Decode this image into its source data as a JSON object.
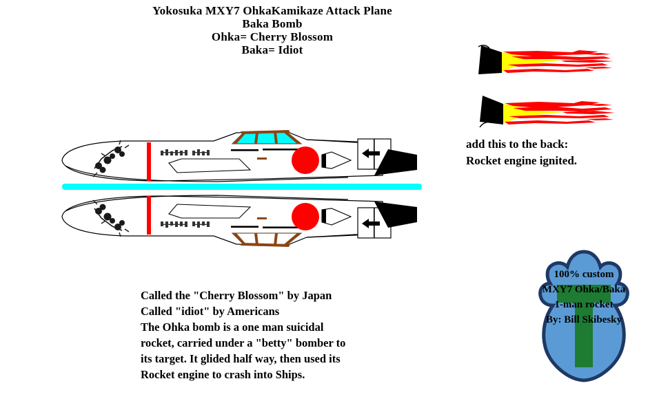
{
  "title": {
    "line1": "Yokosuka MXY7 OhkaKamikaze Attack Plane",
    "line2": "Baka Bomb",
    "line3": "Ohka= Cherry Blossom",
    "line4": "Baka= Idiot"
  },
  "back_note": {
    "line1": "add this to the back:",
    "line2": "Rocket engine ignited."
  },
  "description": {
    "line1": "Called the \"Cherry Blossom\" by Japan",
    "line2": "Called \"idiot\" by Americans",
    "line3": "The Ohka bomb is a one man suicidal",
    "line4": "rocket, carried under a \"betty\" bomber to",
    "line5": "its target. It glided half way, then used its",
    "line6": "Rocket engine to crash into Ships."
  },
  "patch": {
    "line1": "100% custom",
    "line2": "MXY7 Ohka/Baka",
    "line3": "1-man rocket",
    "line4": "By: Bill Skibesky"
  },
  "labels": {
    "aircraft_top": "Ohka profile view, left side",
    "aircraft_bottom": "Ohka profile view, right side mirrored",
    "flame_1": "Rocket engine flame decal 1",
    "flame_2": "Rocket engine flame decal 2",
    "cyan_bar": "Cyan separator bar",
    "hinomaru": "Japanese red sun roundel",
    "cherry_blossom": "Cherry blossom branch decal",
    "red_stripe": "Red fuselage band",
    "canopy": "Cockpit canopy",
    "tail_fin": "Tail fin with arrow marking",
    "nose_fairing": "Nose cone fairing",
    "fuselage_stencil": "Japanese stencil text"
  },
  "colors": {
    "cyan": "#00ffff",
    "red": "#ff0000",
    "yellow": "#ffff00",
    "black": "#000000",
    "brown": "#8b4513",
    "patch_blue": "#5b9bd5",
    "patch_border": "#1f3864",
    "patch_green": "#1e7b32",
    "outline": "#000000"
  }
}
